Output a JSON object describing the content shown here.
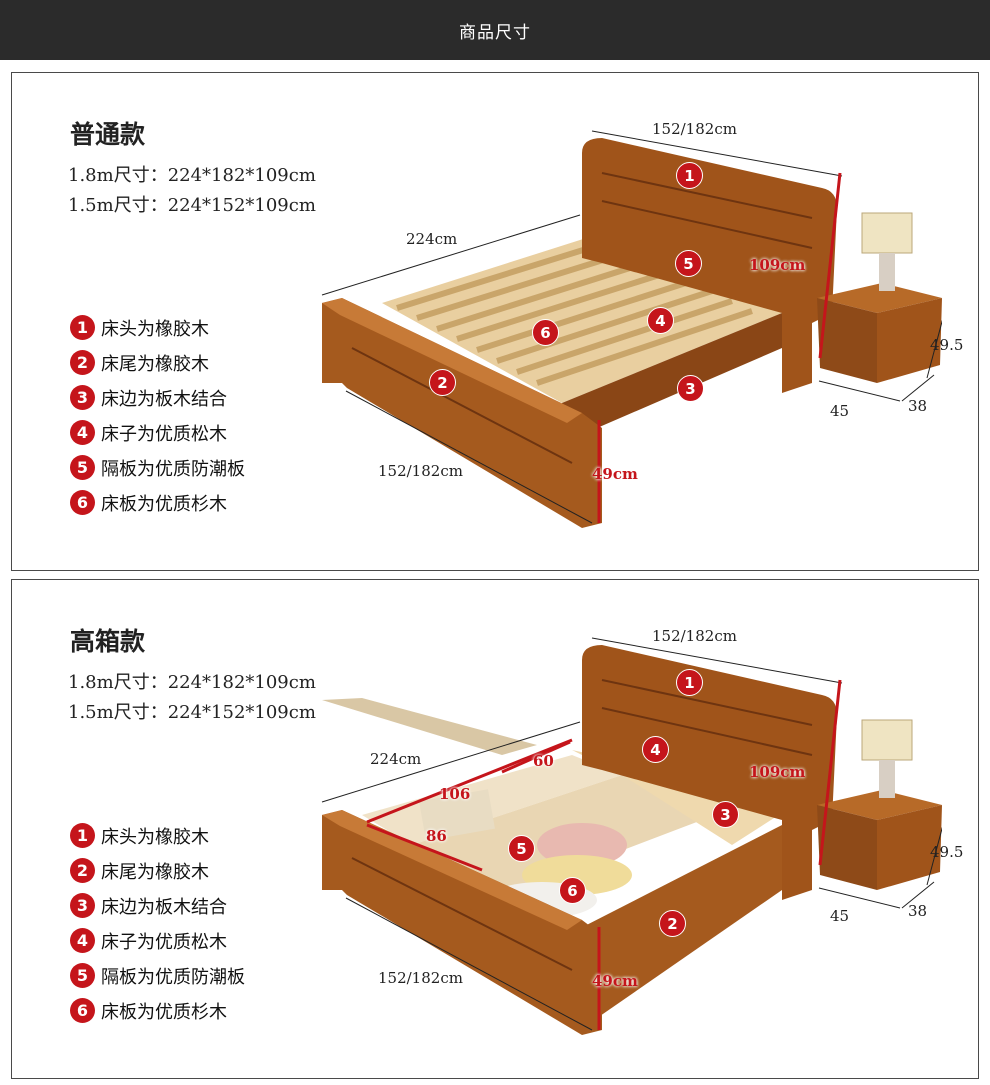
{
  "header": {
    "title": "商品尺寸"
  },
  "colors": {
    "accent": "#c5151b",
    "header_bg": "#2b2b2b",
    "wood": "#a0541a"
  },
  "panels": [
    {
      "title": "普通款",
      "size_lines": [
        "1.8m尺寸：224*182*109cm",
        "1.5m尺寸：224*152*109cm"
      ],
      "legend": [
        {
          "num": "1",
          "text": "床头为橡胶木"
        },
        {
          "num": "2",
          "text": "床尾为橡胶木"
        },
        {
          "num": "3",
          "text": "床边为板木结合"
        },
        {
          "num": "4",
          "text": "床子为优质松木"
        },
        {
          "num": "5",
          "text": "隔板为优质防潮板"
        },
        {
          "num": "6",
          "text": "床板为优质杉木"
        }
      ],
      "dims": {
        "width_top": "152/182cm",
        "length": "224cm",
        "height": "109cm",
        "width_bottom": "152/182cm",
        "footboard": "49cm",
        "nightstand_h": "49.5",
        "nightstand_w": "45",
        "nightstand_d": "38"
      },
      "badges": [
        "1",
        "2",
        "3",
        "4",
        "5",
        "6"
      ]
    },
    {
      "title": "高箱款",
      "size_lines": [
        "1.8m尺寸：224*182*109cm",
        "1.5m尺寸：224*152*109cm"
      ],
      "legend": [
        {
          "num": "1",
          "text": "床头为橡胶木"
        },
        {
          "num": "2",
          "text": "床尾为橡胶木"
        },
        {
          "num": "3",
          "text": "床边为板木结合"
        },
        {
          "num": "4",
          "text": "床子为优质松木"
        },
        {
          "num": "5",
          "text": "隔板为优质防潮板"
        },
        {
          "num": "6",
          "text": "床板为优质杉木"
        }
      ],
      "dims": {
        "width_top": "152/182cm",
        "length": "224cm",
        "height": "109cm",
        "width_bottom": "152/182cm",
        "footboard": "49cm",
        "nightstand_h": "49.5",
        "nightstand_w": "45",
        "nightstand_d": "38",
        "inner_60": "60",
        "inner_106": "106",
        "inner_86": "86"
      },
      "badges": [
        "1",
        "2",
        "3",
        "4",
        "5",
        "6"
      ]
    }
  ]
}
